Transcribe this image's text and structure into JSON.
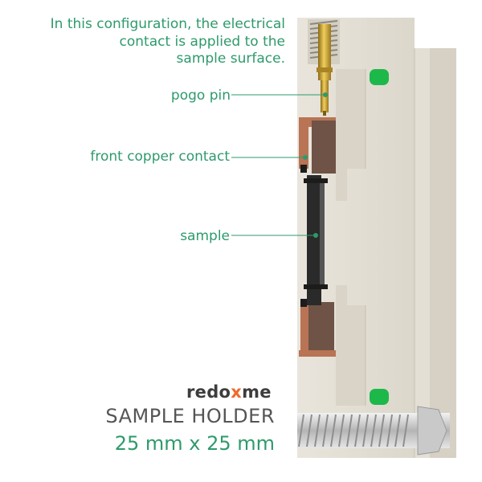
{
  "annotations": {
    "intro": [
      "In this configuration, the electrical",
      "contact is applied to the",
      "sample surface."
    ],
    "pogo_pin": "pogo pin",
    "front_copper_contact": "front copper contact",
    "sample": "sample"
  },
  "brand": {
    "prefix": "redo",
    "highlight": "x",
    "suffix": "me"
  },
  "title": "SAMPLE HOLDER",
  "dimensions": "25 mm x 25 mm",
  "colors": {
    "accent_green": "#2e9a6c",
    "holder_body": "#e6e2d8",
    "copper": "#b87454",
    "sample": "#2a2a2a",
    "o_ring": "#1db84a",
    "pogo_brass": "#c9a236",
    "brand_x": "#ef6b2c"
  }
}
